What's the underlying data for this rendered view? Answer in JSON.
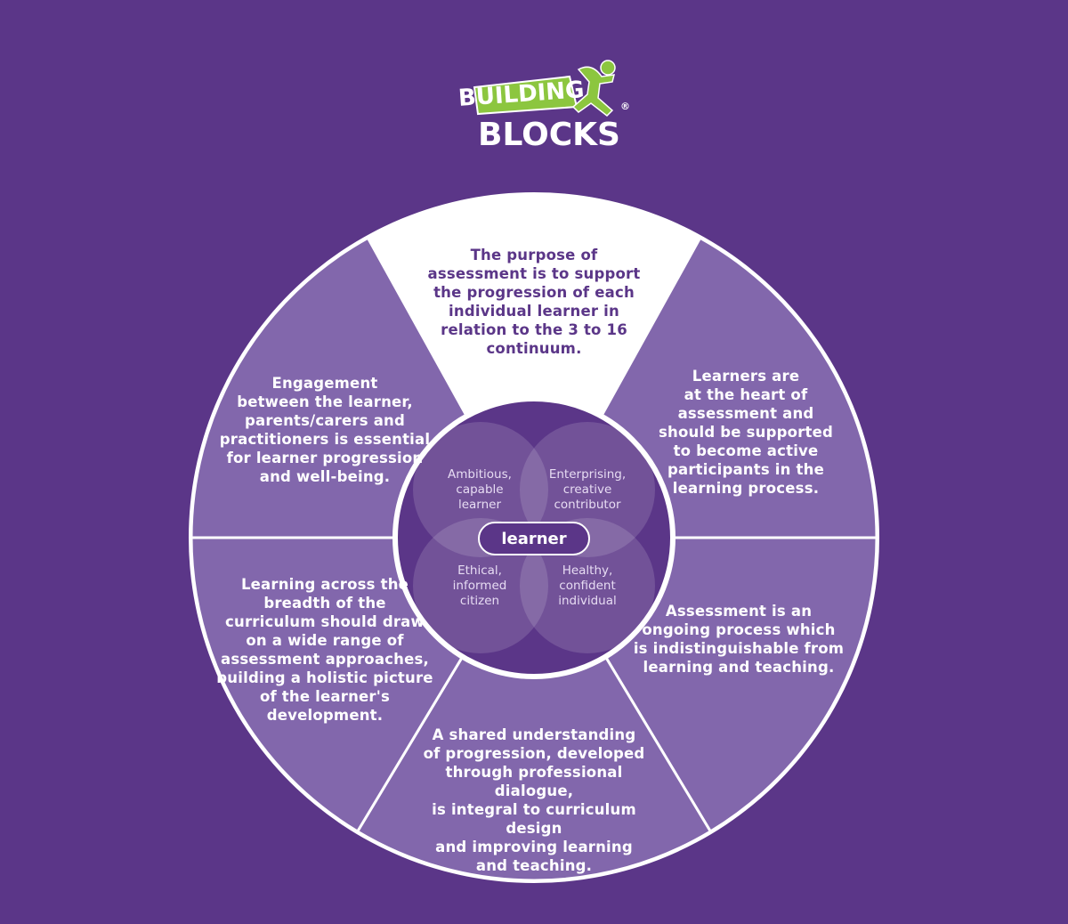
{
  "logo": {
    "top_word": "BUILDING",
    "bottom_word": "BLOCKS",
    "registered_mark": "®"
  },
  "colors": {
    "background": "#5b3688",
    "segment_light": "#8267ac",
    "segment_highlight": "#ffffff",
    "hub": "#5b3688",
    "logo_green": "#8cc63f"
  },
  "wheel": {
    "segments": [
      {
        "id": "top",
        "text": "The purpose of\nassessment is to support\nthe progression of each\nindividual learner in\nrelation to the 3 to 16\ncontinuum."
      },
      {
        "id": "right-top",
        "text": "Learners are\nat the heart of\nassessment and\nshould be supported\nto become active\nparticipants in the\nlearning process."
      },
      {
        "id": "right-bottom",
        "text": "Assessment is an\nongoing process which\nis indistinguishable from\nlearning and teaching."
      },
      {
        "id": "bottom",
        "text": "A shared understanding\nof progression, developed\nthrough professional dialogue,\nis integral to curriculum design\nand improving learning\nand teaching."
      },
      {
        "id": "left-bottom",
        "text": "Learning across the\nbreadth of the\ncurriculum should draw\non a wide range of\nassessment approaches,\nbuilding a holistic picture\nof the learner's\ndevelopment."
      },
      {
        "id": "left-top",
        "text": "Engagement\nbetween the learner,\nparents/carers and\npractitioners is essential\nfor learner progression\nand well-being."
      }
    ],
    "center": {
      "label": "learner",
      "qualities": [
        {
          "id": "top-left",
          "text": "Ambitious,\ncapable\nlearner"
        },
        {
          "id": "top-right",
          "text": "Enterprising,\ncreative\ncontributor"
        },
        {
          "id": "bottom-left",
          "text": "Ethical,\ninformed\ncitizen"
        },
        {
          "id": "bottom-right",
          "text": "Healthy,\nconfident\nindividual"
        }
      ]
    }
  }
}
